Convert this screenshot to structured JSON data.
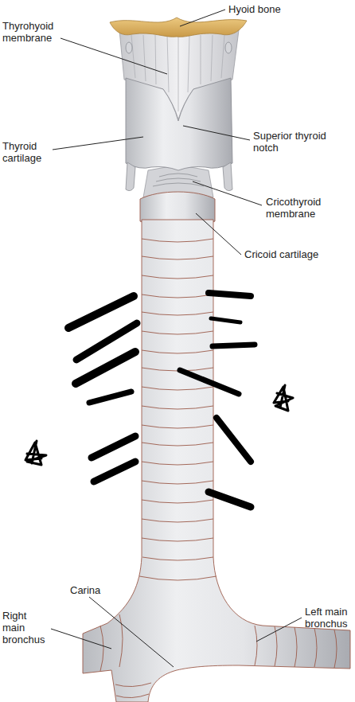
{
  "diagram": {
    "labels": [
      "Hyoid bone",
      "Thyrohyoid membrane",
      "Thyroid cartilage",
      "Superior thyroid notch",
      "Cricothyroid membrane",
      "Cricoid cartilage",
      "Carina",
      "Right main bronchus",
      "Left main bronchus"
    ]
  }
}
